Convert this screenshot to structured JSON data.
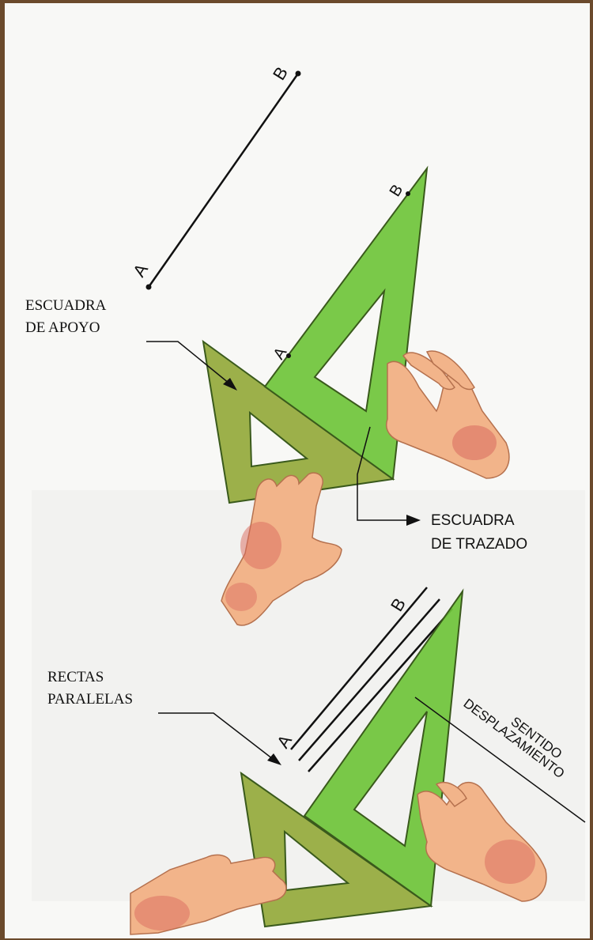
{
  "labels": {
    "point_a": "A",
    "point_b": "B",
    "escuadra_apoyo_1": "ESCUADRA",
    "escuadra_apoyo_2": "DE APOYO",
    "escuadra_trazado_1": "ESCUADRA",
    "escuadra_trazado_2": "DE TRAZADO",
    "rectas_paralelas_1": "RECTAS",
    "rectas_paralelas_2": "PARALELAS",
    "sentido_1": "SENTIDO",
    "sentido_2": "DESPLAZAMIENTO"
  },
  "colors": {
    "frame": "#6b4a2c",
    "paper": "#f8f8f6",
    "setsquare_support": "#9cb04a",
    "setsquare_drawing": "#6fc43a",
    "setsquare_edge": "#3a5a1c",
    "skin": "#f2b48a",
    "skin_shadow": "#d9695e",
    "ink": "#111111"
  }
}
